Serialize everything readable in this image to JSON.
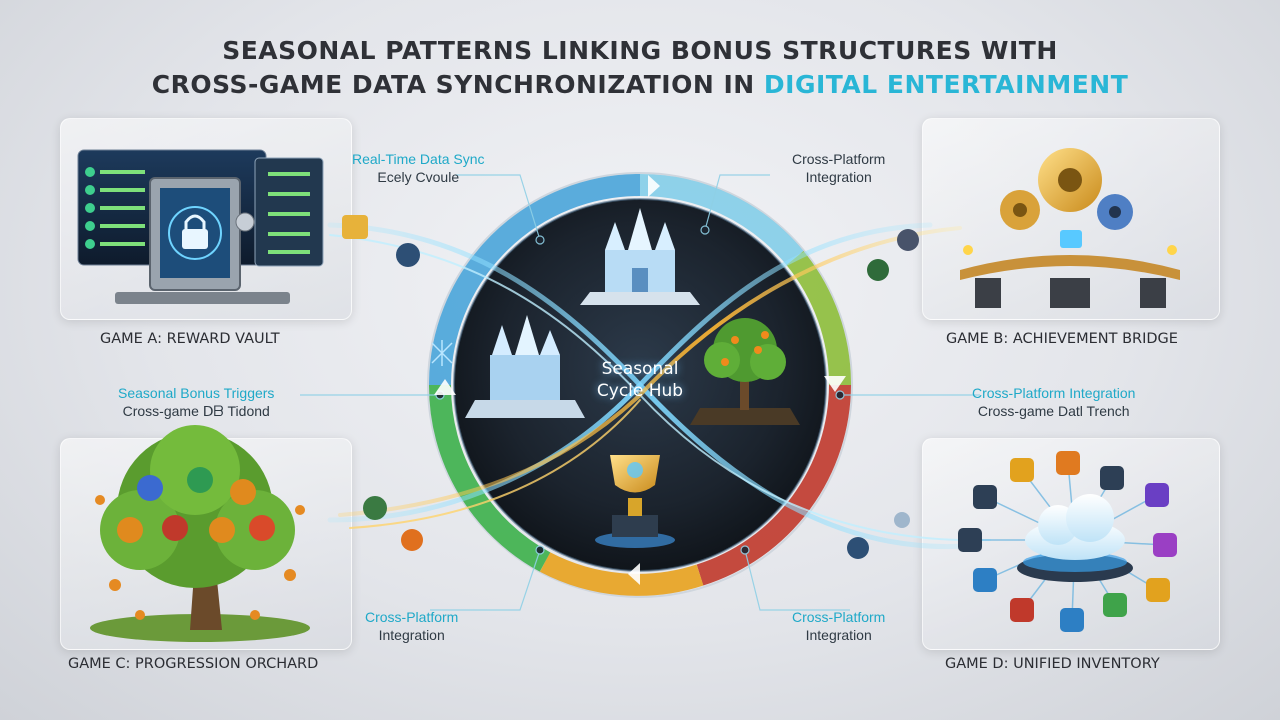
{
  "header": {
    "title_line1": "SEASONAL PATTERNS LINKING BONUS STRUCTURES WITH",
    "title_line2_prefix": "CROSS-GAME DATA SYNCHRONIZATION IN ",
    "title_line2_accent": "DIGITAL ENTERTAINMENT"
  },
  "games": {
    "a": "GAME A: REWARD VAULT",
    "b": "GAME B: ACHIEVEMENT BRIDGE",
    "c": "GAME C: PROGRESSION ORCHARD",
    "d": "GAME D: UNIFIED INVENTORY"
  },
  "hub": {
    "line1": "Seasonal",
    "line2": "Cycle Hub"
  },
  "connectors": {
    "top_left": {
      "line1": "Real-Time Data Sync",
      "line2": "Ecely Cvoule"
    },
    "top_right": {
      "line1": "Cross-Platform",
      "line2": "Integration"
    },
    "mid_left": {
      "line1": "Seasonal Bonus Triggers",
      "line2": "Cross-game ᗞᗷ Tidond"
    },
    "mid_right": {
      "line1": "Cross-Platform Integration",
      "line2": "Cross-game Datl Trench"
    },
    "bottom_left": {
      "line1": "Cross-Platform",
      "line2": "Integration"
    },
    "bottom_right": {
      "line1": "Cross-Platform",
      "line2": "Integration"
    }
  },
  "colors": {
    "accent": "#29b6d6",
    "hub_dark": "#1d2530",
    "ring_blue": "#3fa0d8",
    "ring_green": "#3cb04a",
    "ring_orange": "#e08a1e",
    "ring_red": "#c0392b"
  },
  "icons": [
    "lock-icon",
    "shield-icon",
    "gear-icon",
    "cloud-icon",
    "trophy-icon",
    "castle-icon",
    "tree-icon",
    "sword-icon",
    "leaf-icon",
    "snowflake-icon"
  ]
}
